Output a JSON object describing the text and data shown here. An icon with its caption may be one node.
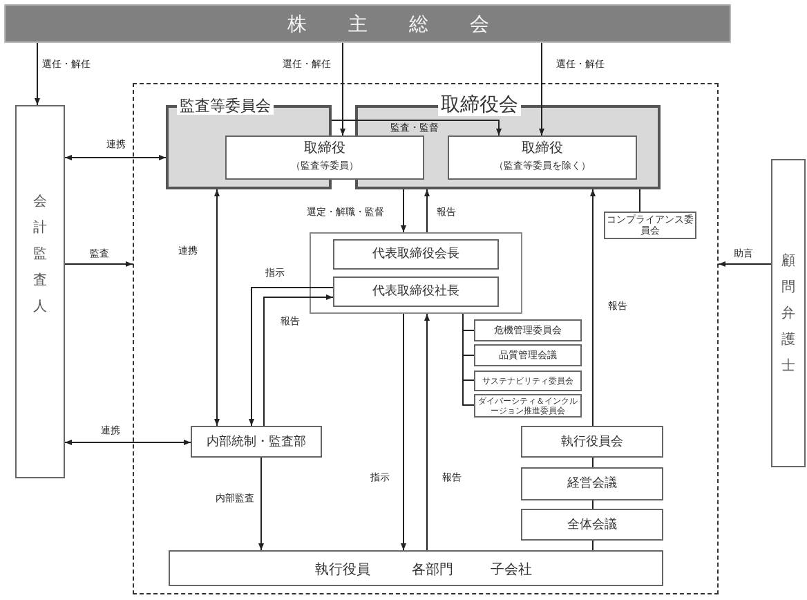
{
  "diagram": {
    "nodes": [
      {
        "text": [
          "株主総会"
        ]
      },
      {
        "text": [],
        "shape": "box"
      },
      {
        "text": [
          "会計監査人"
        ]
      },
      {
        "text": [
          "監査等委員会"
        ],
        "in": 1
      },
      {
        "text": [
          "取締役会"
        ],
        "in": 1
      },
      {
        "text": [
          "取締役",
          "（監査等委員）"
        ],
        "in": 1
      },
      {
        "text": [
          "取締役",
          "（監査等委員を除く）"
        ],
        "in": 4
      },
      {
        "text": [
          "コンプライアンス委員会"
        ],
        "in": 1
      },
      {
        "text": [],
        "shape": "box",
        "in": 1
      },
      {
        "text": [
          "代表取締役会長"
        ],
        "in": 8
      },
      {
        "text": [
          "代表取締役社長"
        ],
        "in": 8
      },
      {
        "text": [
          "危機管理委員会"
        ],
        "in": 1
      },
      {
        "text": [
          "品質管理会議"
        ],
        "in": 1
      },
      {
        "text": [
          "サステナビリティ委員会"
        ],
        "in": 1
      },
      {
        "text": [
          "ダイバーシティ＆インクルージョン推進委員会"
        ],
        "in": 1
      },
      {
        "text": [
          "内部統制・監査部"
        ],
        "in": 1
      },
      {
        "text": [
          "執行役員会"
        ],
        "in": 1
      },
      {
        "text": [
          "経営会議"
        ],
        "in": 1
      },
      {
        "text": [
          "全体会議"
        ],
        "in": 1
      },
      {
        "text": [
          "執行役員",
          "各部門",
          "子会社"
        ],
        "in": 1
      },
      {
        "text": [
          "顧問弁護士"
        ]
      }
    ],
    "edges": [
      {
        "from": 0,
        "to": 2,
        "arrow": "to",
        "label": "選任・解任"
      },
      {
        "from": 0,
        "to": 5,
        "arrow": "to",
        "label": "選任・解任"
      },
      {
        "from": 0,
        "to": 6,
        "arrow": "to",
        "label": "選任・解任"
      },
      {
        "from": 2,
        "to": 3,
        "arrow": "both",
        "label": "連携"
      },
      {
        "from": 3,
        "to": 6,
        "arrow": "to",
        "label": "監査・監督"
      },
      {
        "from": 4,
        "to": 8,
        "arrow": "to",
        "label": "選定・解職・監督"
      },
      {
        "from": 8,
        "to": 4,
        "arrow": "to",
        "label": "報告"
      },
      {
        "from": 2,
        "to": 1,
        "arrow": "to",
        "label": "監査"
      },
      {
        "from": 15,
        "to": 2,
        "arrow": "both",
        "label": "連携"
      },
      {
        "from": 20,
        "to": 1,
        "arrow": "to",
        "label": "助言"
      },
      {
        "from": 15,
        "to": 3,
        "arrow": "both",
        "label": "連携"
      },
      {
        "from": 10,
        "to": 15,
        "arrow": "to",
        "label": "指示"
      },
      {
        "from": 15,
        "to": 10,
        "arrow": "to",
        "label": "報告"
      },
      {
        "from": 15,
        "to": 19,
        "arrow": "to",
        "label": "内部監査"
      },
      {
        "from": 8,
        "to": 19,
        "arrow": "to",
        "label": "指示"
      },
      {
        "from": 19,
        "to": 8,
        "arrow": "to",
        "label": "報告"
      },
      {
        "from": 16,
        "to": 4,
        "arrow": "to",
        "label": "報告"
      },
      {
        "from": 7,
        "to": 4,
        "arrow": "none"
      },
      {
        "from": 8,
        "to": 11,
        "arrow": "none"
      },
      {
        "from": 8,
        "to": 12,
        "arrow": "none"
      },
      {
        "from": 8,
        "to": 13,
        "arrow": "none"
      },
      {
        "from": 8,
        "to": 14,
        "arrow": "none"
      },
      {
        "from": 16,
        "to": 17,
        "arrow": "none"
      },
      {
        "from": 17,
        "to": 18,
        "arrow": "none"
      },
      {
        "from": 18,
        "to": 19,
        "arrow": "none"
      }
    ]
  }
}
